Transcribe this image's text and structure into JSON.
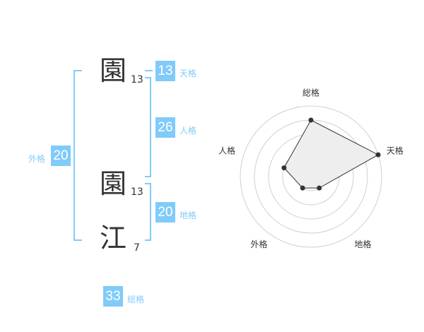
{
  "characters": [
    {
      "char": "園",
      "strokes": "13"
    },
    {
      "char": "園",
      "strokes": "13"
    },
    {
      "char": "江",
      "strokes": "7"
    }
  ],
  "fortunes": {
    "tenkaku": {
      "label": "天格",
      "value": "13"
    },
    "jinkaku": {
      "label": "人格",
      "value": "26"
    },
    "chikaku": {
      "label": "地格",
      "value": "20"
    },
    "gaikaku": {
      "label": "外格",
      "value": "20"
    },
    "soukaku": {
      "label": "総格",
      "value": "33"
    }
  },
  "chart_data": {
    "type": "radar",
    "axes": [
      "総格",
      "天格",
      "地格",
      "外格",
      "人格"
    ],
    "values": [
      4,
      5,
      1,
      1,
      2
    ],
    "range": [
      0,
      5
    ],
    "rings": 5,
    "fill": "#eeeeee",
    "line": "#333333"
  }
}
